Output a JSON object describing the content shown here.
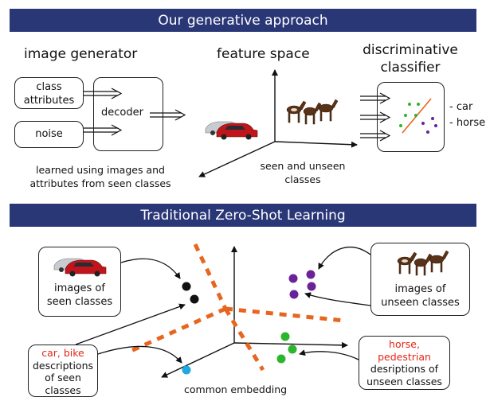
{
  "top": {
    "banner": "Our generative approach",
    "image_generator_label": "image generator",
    "feature_space_label": "feature space",
    "classifier_label_line1": "discriminative",
    "classifier_label_line2": "classifier",
    "class_attributes_line1": "class",
    "class_attributes_line2": "attributes",
    "noise_label": "noise",
    "decoder_label": "decoder",
    "learned_line1": "learned using images and",
    "learned_line2": "attributes from seen classes",
    "seen_unseen_line1": "seen and unseen",
    "seen_unseen_line2": "classes",
    "output_car": "car",
    "output_horse": "horse"
  },
  "bottom": {
    "banner": "Traditional Zero-Shot Learning",
    "images_seen_line1": "images of",
    "images_seen_line2": "seen classes",
    "images_unseen_line1": "images of",
    "images_unseen_line2": "unseen classes",
    "seen_desc_red": "car, bike",
    "seen_desc_line1": "descriptions",
    "seen_desc_line2": "of seen",
    "seen_desc_line3": "classes",
    "unseen_desc_red_line1": "horse,",
    "unseen_desc_red_line2": "pedestrian",
    "unseen_desc_line1": "desriptions of",
    "unseen_desc_line2": "unseen classes",
    "common_embedding": "common embedding"
  },
  "colors": {
    "banner": "#2a3777",
    "highlight_text": "#e32619",
    "boundary_dashes": "#e8651f",
    "point_green": "#2db52d",
    "point_purple": "#6b2198",
    "point_black": "#111111",
    "point_blue": "#1ea8e0"
  },
  "icons": [
    "car-photo-icon",
    "horse-photo-icon"
  ]
}
